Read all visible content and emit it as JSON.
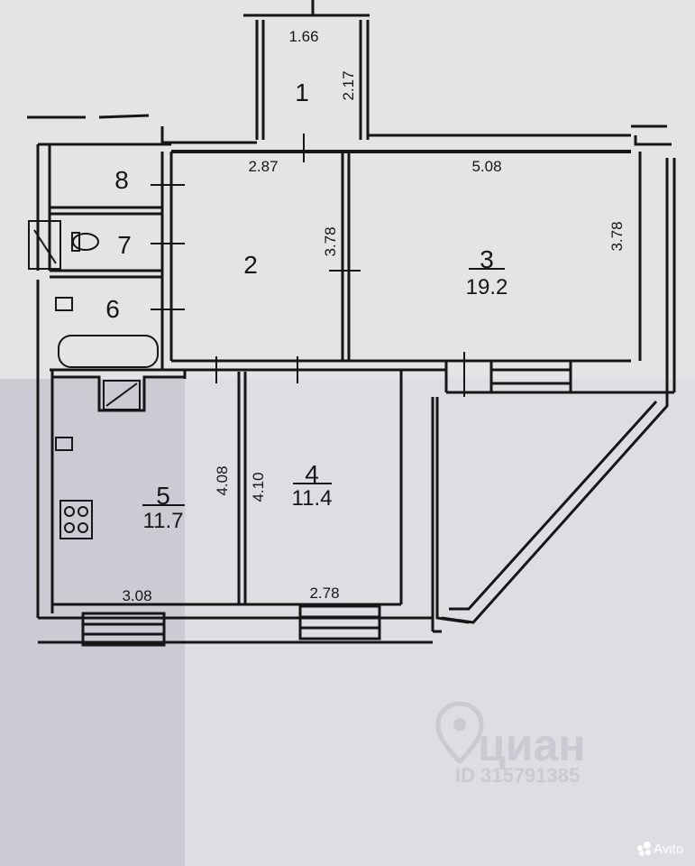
{
  "plan": {
    "rooms": [
      {
        "id": "1",
        "number": "1",
        "area": ""
      },
      {
        "id": "2",
        "number": "2",
        "area": ""
      },
      {
        "id": "3",
        "number": "3",
        "area": "19.2"
      },
      {
        "id": "4",
        "number": "4",
        "area": "11.4"
      },
      {
        "id": "5",
        "number": "5",
        "area": "11.7"
      },
      {
        "id": "6",
        "number": "6",
        "area": ""
      },
      {
        "id": "7",
        "number": "7",
        "area": ""
      },
      {
        "id": "8",
        "number": "8",
        "area": ""
      }
    ],
    "dimensions": {
      "room1_width": "1.66",
      "room1_depth": "2.17",
      "room2_width": "2.87",
      "room2_depth": "3.78",
      "room3_width": "5.08",
      "room3_depth": "3.78",
      "room4_width": "2.78",
      "room4_depth": "4.10",
      "room5_width": "3.08",
      "room5_depth": "4.08"
    }
  },
  "watermark": {
    "brand": "циан",
    "listing_id": "ID 315791385"
  },
  "source_badge": "Avito",
  "colors": {
    "paper": "#e4e4e6",
    "ink": "#161616"
  }
}
